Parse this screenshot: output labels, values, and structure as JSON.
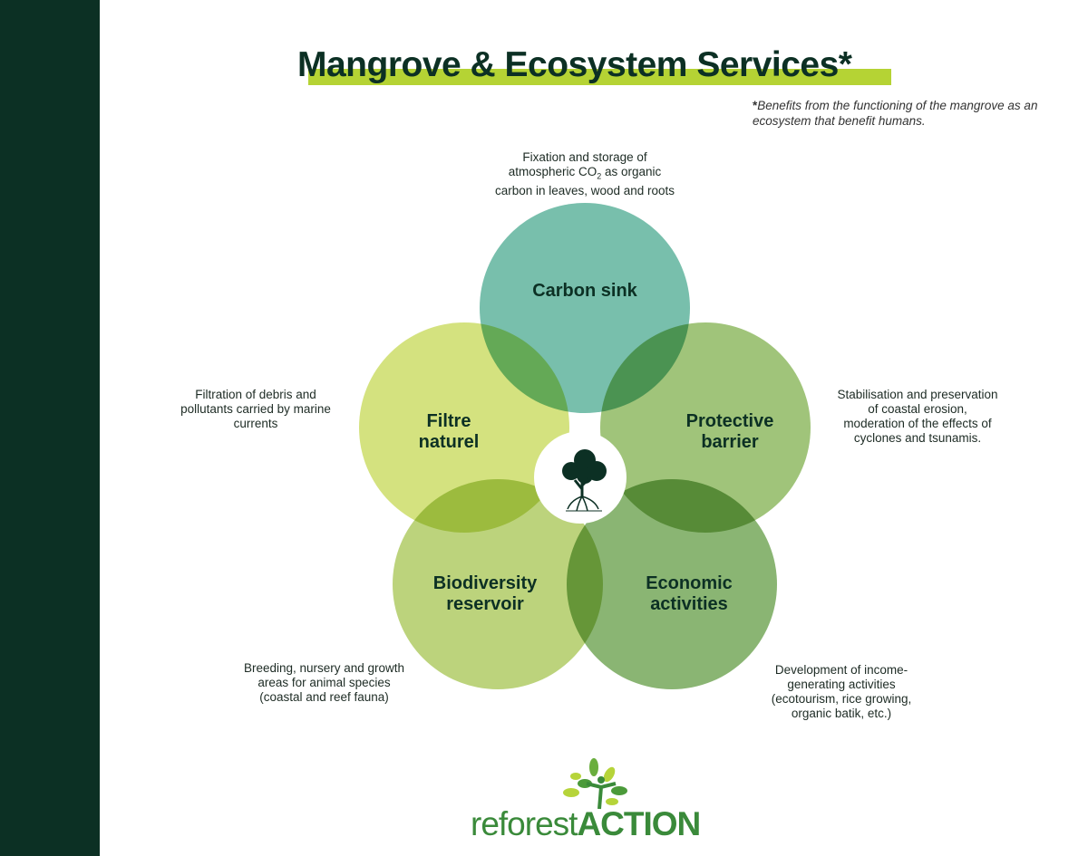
{
  "title": "Mangrove & Ecosystem Services*",
  "footnote": {
    "marker": "*",
    "text": "Benefits from the functioning of the mangrove as an ecosystem that benefit humans."
  },
  "services": [
    {
      "label": "Carbon sink",
      "description_before": "Fixation and storage of atmospheric CO",
      "subscript": "2",
      "description_after": " as organic carbon in leaves, wood and roots",
      "color": "#78bfac"
    },
    {
      "label": "Filtre naturel",
      "description": "Filtration of debris and pollutants carried by marine currents",
      "color": "#d4e27f"
    },
    {
      "label": "Protective barrier",
      "description": "Stabilisation and preservation of coastal erosion, moderation of the effects of cyclones and tsunamis.",
      "color": "#a0c47a"
    },
    {
      "label": "Biodiversity reservoir",
      "description": "Breeding, nursery and growth areas for animal species (coastal and reef fauna)",
      "color": "#bcd37c"
    },
    {
      "label": "Economic activities",
      "description": "Development of income-generating activities (ecotourism, rice growing, organic batik, etc.)",
      "color": "#8ab573"
    }
  ],
  "logo": {
    "part1": "reforest",
    "part2": "ACTION"
  }
}
